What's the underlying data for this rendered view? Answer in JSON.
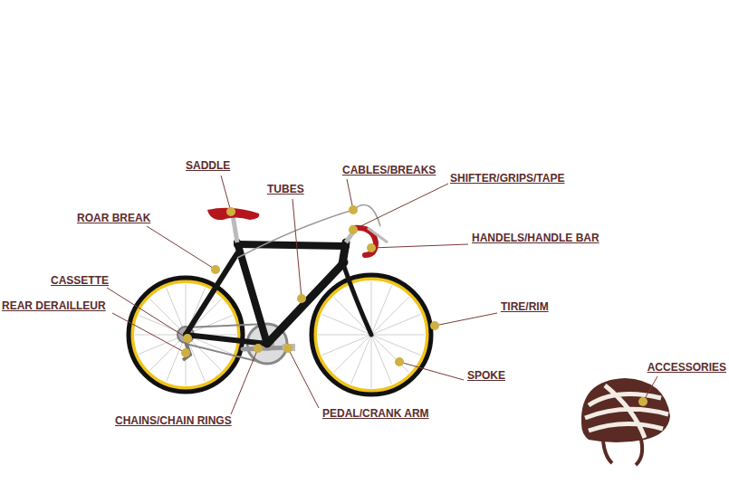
{
  "diagram": {
    "labels": [
      "SADDLE",
      "TUBES",
      "CABLES/BREAKS",
      "SHIFTER/GRIPS/TAPE",
      "ROAR BREAK",
      "HANDELS/HANDLE BAR",
      "CASSETTE",
      "REAR DERAILLEUR",
      "TIRE/RIM",
      "SPOKE",
      "ACCESSORIES",
      "CHAINS/CHAIN RINGS",
      "PEDAL/CRANK ARM"
    ]
  }
}
